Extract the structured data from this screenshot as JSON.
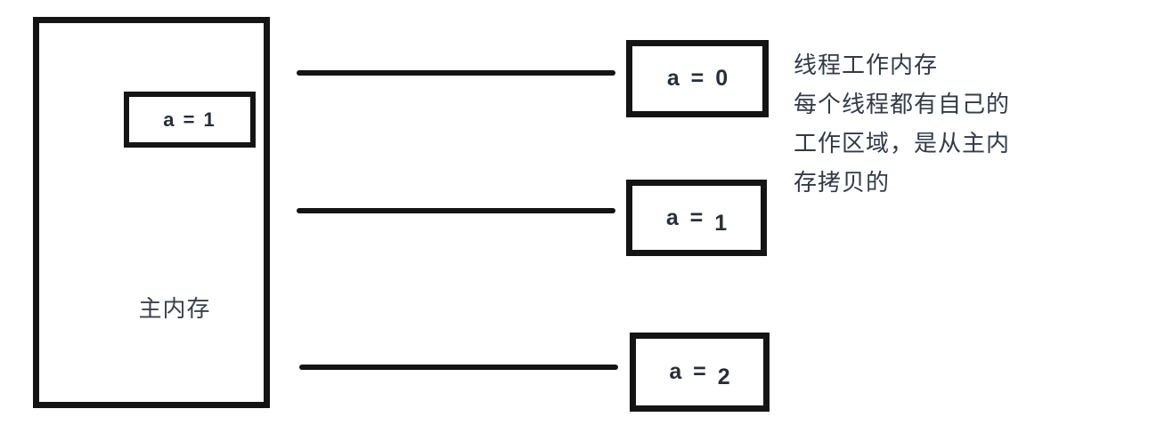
{
  "diagram": {
    "title_semantic": "java-memory-model-diagram",
    "colors": {
      "background": "#ffffff",
      "stroke": "#141414",
      "box_text": "#272d3a",
      "label_text": "#3a404c",
      "annotation_text": "#323a48"
    },
    "main_memory": {
      "label": "主内存",
      "cell": "a = 1"
    },
    "thread_cells": [
      {
        "lhs": "a =",
        "value": "0"
      },
      {
        "lhs": "a =",
        "value": "1"
      },
      {
        "lhs": "a =",
        "value": "2"
      }
    ],
    "annotation_lines": [
      "线程工作内存",
      "每个线程都有自己的",
      "工作区域，是从主内",
      "存拷贝的"
    ]
  }
}
